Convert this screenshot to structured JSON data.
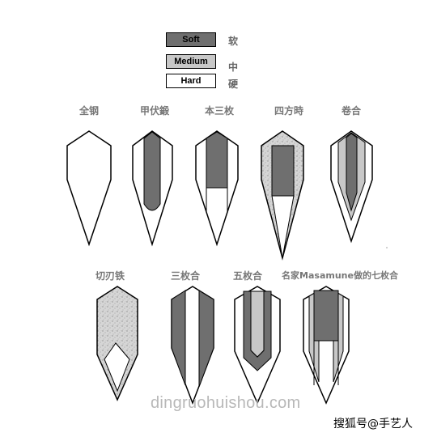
{
  "legend": {
    "soft": {
      "label": "Soft",
      "cn": "软",
      "color": "#6f6f6f"
    },
    "medium": {
      "label": "Medium",
      "cn": "中",
      "color": "#c8c8c8"
    },
    "hard": {
      "label": "Hard",
      "cn": "硬",
      "color": "#ffffff"
    }
  },
  "blades": {
    "b1": "全钢",
    "b2": "甲伏鍛",
    "b3": "本三枚",
    "b4": "四方時",
    "b5": "卷合",
    "b6": "切刃铁",
    "b7": "三枚合",
    "b8": "五枚合",
    "b9": "名家Masamune做的七枚合"
  },
  "watermark": "dingruohuishou.com",
  "credit": "搜狐号@手艺人"
}
